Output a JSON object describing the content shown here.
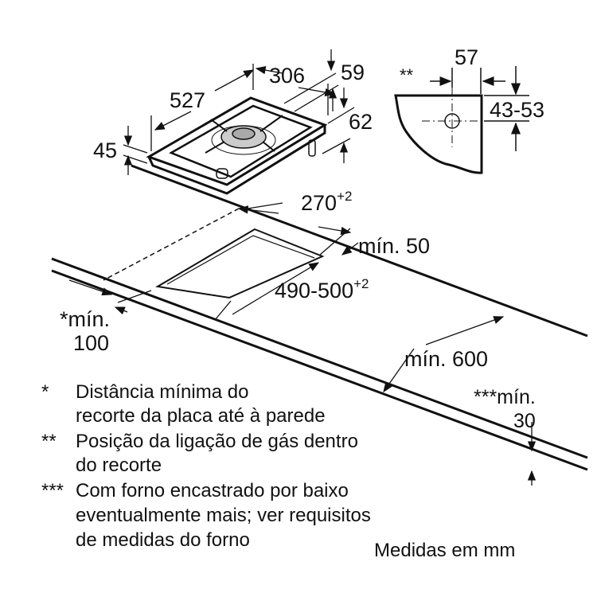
{
  "dimensions": {
    "hob_depth": "527",
    "hob_width": "306",
    "gas_offset_top": "59",
    "gas_offset_side": "62",
    "hob_height": "45",
    "gas_pos_horizontal": "57",
    "gas_pos_vertical": "43-53",
    "gas_pos_marker": "**",
    "cutout_width": "270",
    "cutout_width_tol": "+2",
    "cutout_depth": "490-500",
    "cutout_depth_tol": "+2",
    "min_back": "mín. 50",
    "min_wall_line1": "*mín.",
    "min_wall_line2": "100",
    "min_counter_depth": "mín. 600",
    "min_thickness_line1": "***mín.",
    "min_thickness_line2": "30"
  },
  "notes": [
    {
      "marker": "*",
      "lines": [
        "Distância mínima do",
        "recorte da placa até à parede"
      ]
    },
    {
      "marker": "**",
      "lines": [
        "Posição da ligação de gás dentro",
        "do recorte"
      ]
    },
    {
      "marker": "***",
      "lines": [
        "Com forno encastrado por baixo",
        "eventualmente mais; ver requisitos",
        "de medidas do forno"
      ]
    }
  ],
  "units_note": "Medidas em mm"
}
